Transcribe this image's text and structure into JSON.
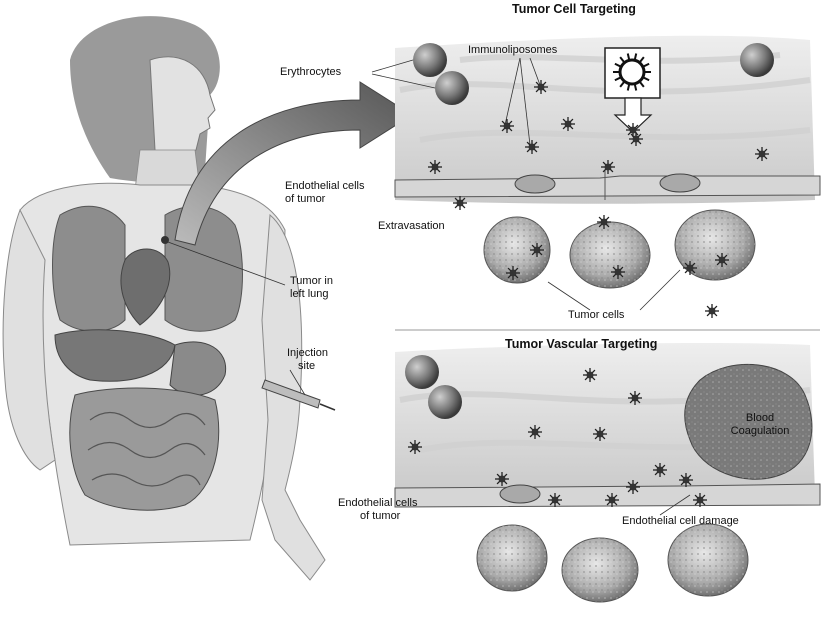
{
  "figure": {
    "panels": {
      "top_title": "Tumor Cell Targeting",
      "bottom_title": "Tumor Vascular Targeting"
    },
    "labels": {
      "erythrocytes": "Erythrocytes",
      "immunoliposomes": "Immunoliposomes",
      "endothelial_top_line1": "Endothelial cells",
      "endothelial_top_line2": "of tumor",
      "extravasation": "Extravasation",
      "tumor_cells": "Tumor cells",
      "tumor_in_lung_line1": "Tumor in",
      "tumor_in_lung_line2": "left lung",
      "injection_site_line1": "Injection",
      "injection_site_line2": "site",
      "blood_coag_line1": "Blood",
      "blood_coag_line2": "Coagulation",
      "endothelial_bottom_line1": "Endothelial cells",
      "endothelial_bottom_line2": "of tumor",
      "endothelial_damage": "Endothelial cell damage"
    },
    "colors": {
      "ink": "#1a1a1a",
      "tissue_light": "#dcdcdc",
      "tissue_mid": "#bdbdbd",
      "cell_dark": "#4a4a4a",
      "organ_dark": "#6c6c6c",
      "coagulation": "#7a7a7a"
    }
  }
}
